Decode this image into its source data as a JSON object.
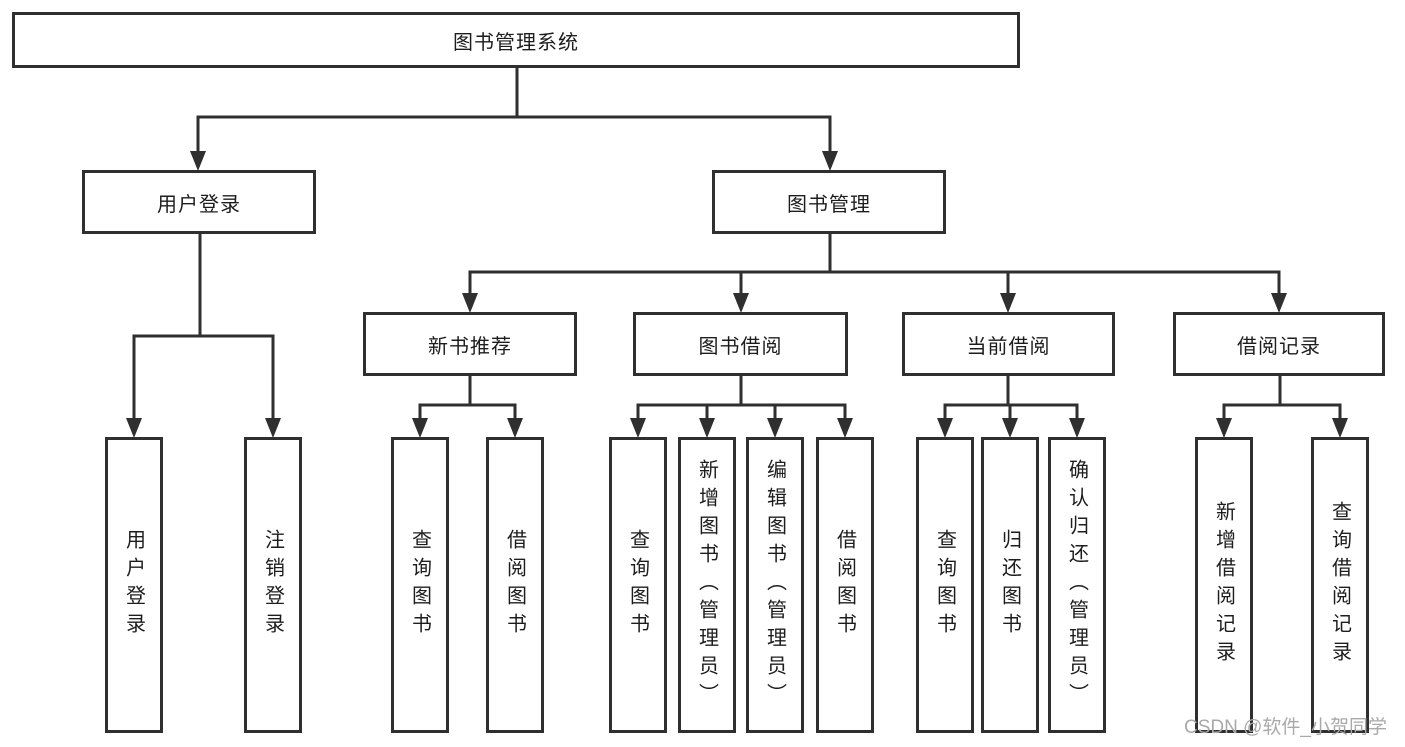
{
  "diagram": {
    "root": {
      "label": "图书管理系统"
    },
    "level2": [
      {
        "label": "用户登录"
      },
      {
        "label": "图书管理"
      }
    ],
    "level3": [
      {
        "label": "新书推荐"
      },
      {
        "label": "图书借阅"
      },
      {
        "label": "当前借阅"
      },
      {
        "label": "借阅记录"
      }
    ],
    "leaves": {
      "user": [
        "用户登录",
        "注销登录"
      ],
      "newbook": [
        "查询图书",
        "借阅图书"
      ],
      "borrow": [
        "查询图书",
        "新增图书（管理员）",
        "编辑图书（管理员）",
        "借阅图书"
      ],
      "current": [
        "查询图书",
        "归还图书",
        "确认归还（管理员）"
      ],
      "record": [
        "新增借阅记录",
        "查询借阅记录"
      ]
    }
  },
  "watermark": "CSDN @软件_小贺同学",
  "colors": {
    "line": "#2f2f2f",
    "text": "#1d1d1d",
    "watermark": "#a9a9a9",
    "background": "#ffffff"
  }
}
